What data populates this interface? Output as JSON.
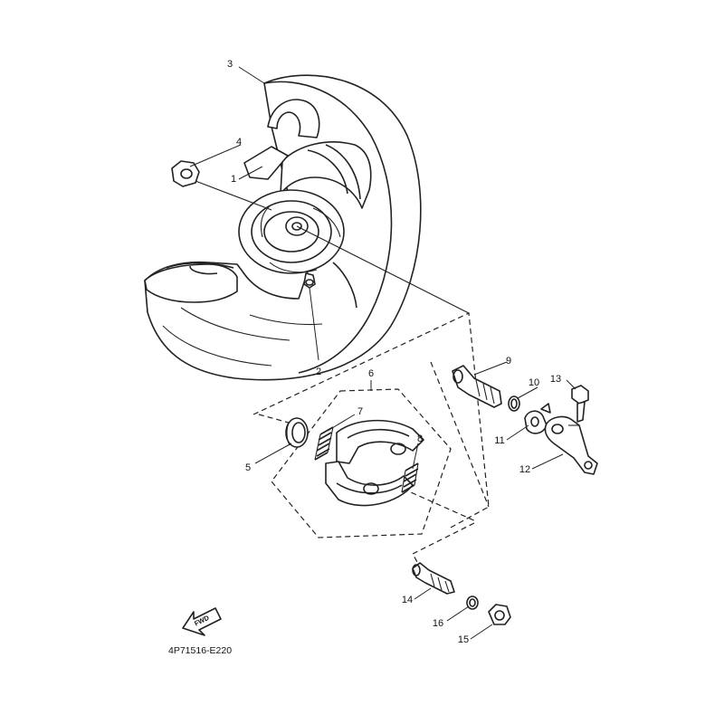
{
  "diagram": {
    "code": "4P71516-E220",
    "fwd_arrow_label": "FWD",
    "callouts": [
      {
        "id": "c1",
        "text": "1"
      },
      {
        "id": "c2",
        "text": "2"
      },
      {
        "id": "c3",
        "text": "3"
      },
      {
        "id": "c4",
        "text": "4"
      },
      {
        "id": "c5",
        "text": "5"
      },
      {
        "id": "c6",
        "text": "6"
      },
      {
        "id": "c7",
        "text": "7"
      },
      {
        "id": "c8",
        "text": "8"
      },
      {
        "id": "c9",
        "text": "9"
      },
      {
        "id": "c10",
        "text": "10"
      },
      {
        "id": "c11",
        "text": "11"
      },
      {
        "id": "c12",
        "text": "12"
      },
      {
        "id": "c13",
        "text": "13"
      },
      {
        "id": "c14",
        "text": "14"
      },
      {
        "id": "c15",
        "text": "15"
      },
      {
        "id": "c16",
        "text": "16"
      }
    ]
  }
}
